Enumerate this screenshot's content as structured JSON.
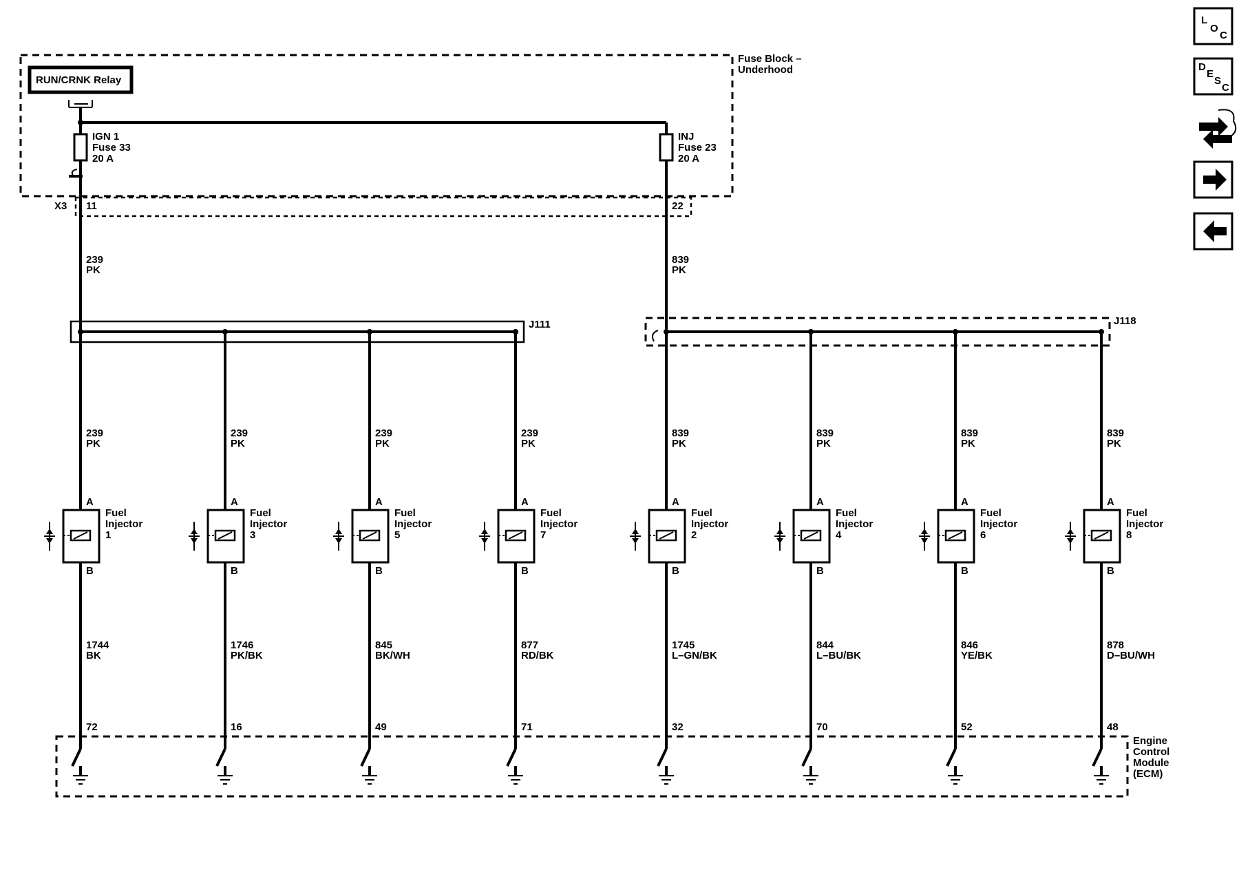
{
  "fuse_block": {
    "label_line1": "Fuse Block –",
    "label_line2": "Underhood"
  },
  "relay": {
    "label": "RUN/CRNK Relay"
  },
  "fuses": [
    {
      "line1": "IGN 1",
      "line2": "Fuse 33",
      "line3": "20 A"
    },
    {
      "line1": "INJ",
      "line2": "Fuse 23",
      "line3": "20 A"
    }
  ],
  "connector": {
    "name": "X3",
    "pins": [
      "11",
      "22"
    ]
  },
  "feed_wires": [
    {
      "circuit": "239",
      "color": "PK"
    },
    {
      "circuit": "839",
      "color": "PK"
    }
  ],
  "splices": [
    "J111",
    "J118"
  ],
  "injectors": [
    {
      "label_line1": "Fuel",
      "label_line2": "Injector",
      "number": "1",
      "pin_a": "A",
      "pin_b": "B",
      "feed_circuit": "239",
      "feed_color": "PK",
      "ctrl_circuit": "1744",
      "ctrl_color": "BK",
      "ecm_pin": "72"
    },
    {
      "label_line1": "Fuel",
      "label_line2": "Injector",
      "number": "3",
      "pin_a": "A",
      "pin_b": "B",
      "feed_circuit": "239",
      "feed_color": "PK",
      "ctrl_circuit": "1746",
      "ctrl_color": "PK/BK",
      "ecm_pin": "16"
    },
    {
      "label_line1": "Fuel",
      "label_line2": "Injector",
      "number": "5",
      "pin_a": "A",
      "pin_b": "B",
      "feed_circuit": "239",
      "feed_color": "PK",
      "ctrl_circuit": "845",
      "ctrl_color": "BK/WH",
      "ecm_pin": "49"
    },
    {
      "label_line1": "Fuel",
      "label_line2": "Injector",
      "number": "7",
      "pin_a": "A",
      "pin_b": "B",
      "feed_circuit": "239",
      "feed_color": "PK",
      "ctrl_circuit": "877",
      "ctrl_color": "RD/BK",
      "ecm_pin": "71"
    },
    {
      "label_line1": "Fuel",
      "label_line2": "Injector",
      "number": "2",
      "pin_a": "A",
      "pin_b": "B",
      "feed_circuit": "839",
      "feed_color": "PK",
      "ctrl_circuit": "1745",
      "ctrl_color": "L–GN/BK",
      "ecm_pin": "32"
    },
    {
      "label_line1": "Fuel",
      "label_line2": "Injector",
      "number": "4",
      "pin_a": "A",
      "pin_b": "B",
      "feed_circuit": "839",
      "feed_color": "PK",
      "ctrl_circuit": "844",
      "ctrl_color": "L–BU/BK",
      "ecm_pin": "70"
    },
    {
      "label_line1": "Fuel",
      "label_line2": "Injector",
      "number": "6",
      "pin_a": "A",
      "pin_b": "B",
      "feed_circuit": "839",
      "feed_color": "PK",
      "ctrl_circuit": "846",
      "ctrl_color": "YE/BK",
      "ecm_pin": "52"
    },
    {
      "label_line1": "Fuel",
      "label_line2": "Injector",
      "number": "8",
      "pin_a": "A",
      "pin_b": "B",
      "feed_circuit": "839",
      "feed_color": "PK",
      "ctrl_circuit": "878",
      "ctrl_color": "D–BU/WH",
      "ecm_pin": "48"
    }
  ],
  "ecm": {
    "line1": "Engine",
    "line2": "Control",
    "line3": "Module",
    "line4": "(ECM)"
  },
  "nav": {
    "loc": {
      "big": "L",
      "sub1": "O",
      "sub2": "C",
      "icon": "location-icon"
    },
    "desc": {
      "big": "D",
      "sub1": "E",
      "sub2": "S",
      "sub3": "C",
      "icon": "description-icon"
    },
    "diag_icon": "diagnostic-arrows-icon",
    "next_icon": "arrow-right-icon",
    "prev_icon": "arrow-left-icon"
  }
}
